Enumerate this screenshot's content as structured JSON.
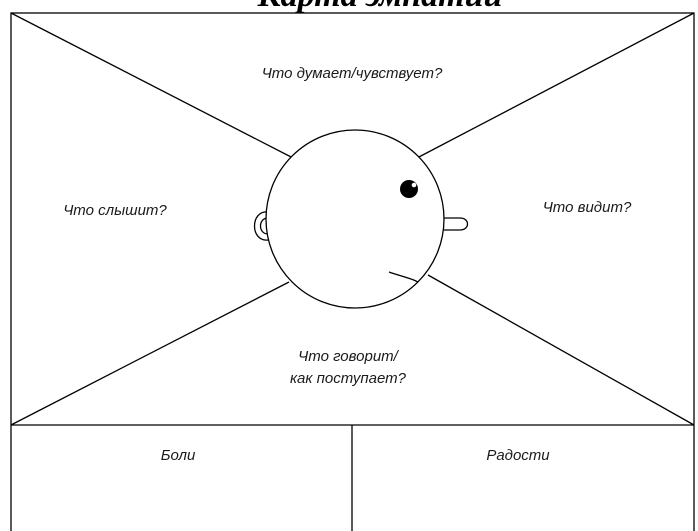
{
  "title": "Карта эмпатии",
  "quadrants": {
    "think_feel": "Что думает/чувствует?",
    "hear": "Что слышит?",
    "see": "Что видит?",
    "say_do_line1": "Что говорит/",
    "say_do_line2": "как поступает?"
  },
  "bottom": {
    "pains": "Боли",
    "gains": "Радости"
  },
  "colors": {
    "line": "#000000",
    "text": "#1a1a1a",
    "background": "#ffffff"
  }
}
